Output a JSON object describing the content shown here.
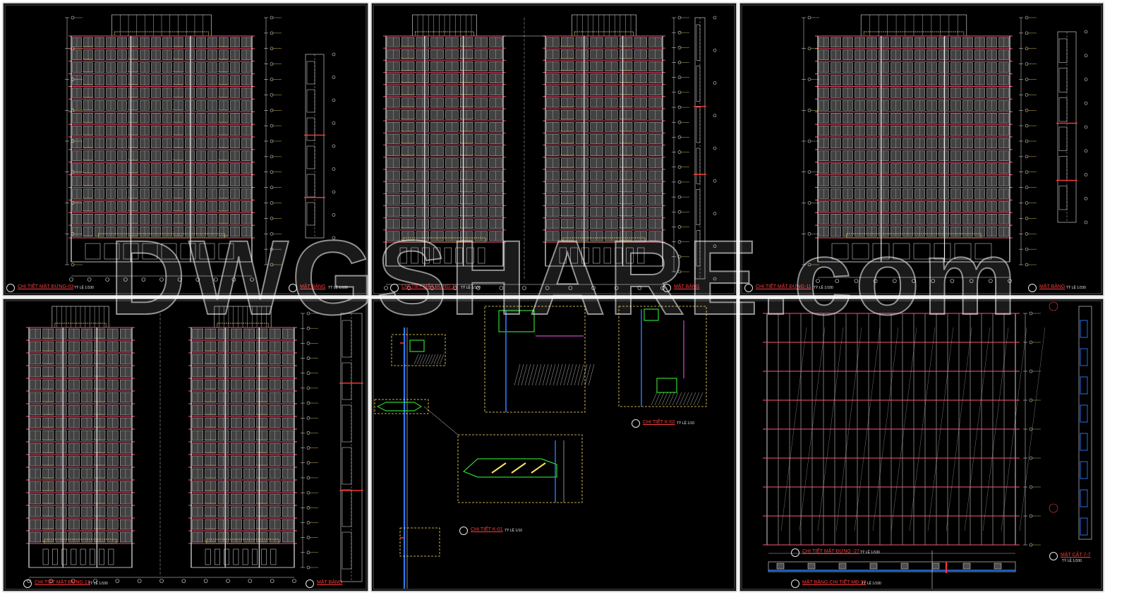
{
  "panels": [
    {
      "id": "p1",
      "kind": "elevation",
      "floors": 16,
      "bays": 16,
      "title": "CHI TIẾT MẶT ĐỨNG-03",
      "scale": "TỶ LỆ 1/100",
      "side_title": "MẶT BẰNG",
      "side_scale": "TỶ LỆ 1/100"
    },
    {
      "id": "p2",
      "kind": "twin-elevation",
      "floors": 17,
      "bays": 8,
      "title": "CHI TIẾT MẶT ĐỨNG-10",
      "scale": "TỶ LỆ 1/100",
      "side_title": "MẶT BẰNG",
      "side_scale": ""
    },
    {
      "id": "p3",
      "kind": "elevation",
      "floors": 16,
      "bays": 16,
      "title": "CHI TIẾT MẶT ĐỨNG-11",
      "scale": "TỶ LỆ 1/100",
      "side_title": "MẶT BẰNG",
      "side_scale": "TỶ LỆ 1/100"
    },
    {
      "id": "p4",
      "kind": "twin-elevation",
      "floors": 17,
      "bays": 8,
      "title": "CHI TIẾT MẶT ĐỨNG 17",
      "scale": "TỶ LỆ 1/100",
      "side_title": "MẶT BẰNG",
      "side_scale": ""
    },
    {
      "id": "p5",
      "kind": "details",
      "title": "CHI TIẾT K-01",
      "scale": "TỶ LỆ 1/10",
      "title2": "CHI TIẾT K-02",
      "scale2": "TỶ LỆ 1/10"
    },
    {
      "id": "p6",
      "kind": "curtain-wall",
      "floors": 8,
      "bays": 22,
      "title": "CHI TIẾT MẶT ĐỨNG -27",
      "scale": "TỶ LỆ 1/100",
      "title2": "MẶT BẰNG CHI TIẾT MĐ-27",
      "scale2": "TỶ LỆ 1/100",
      "side_title": "MẶT CẮT 7-7",
      "side_scale": "TỶ LỆ 1/100"
    }
  ],
  "watermark": "DWGSHARE.com",
  "colors": {
    "background": "#000000",
    "line": "#e8e8e8",
    "accent": "#ff3b3b",
    "dim": "#ffe066",
    "frame": "#ff5577",
    "glass": "#2b7bff",
    "green": "#3cff3c"
  }
}
